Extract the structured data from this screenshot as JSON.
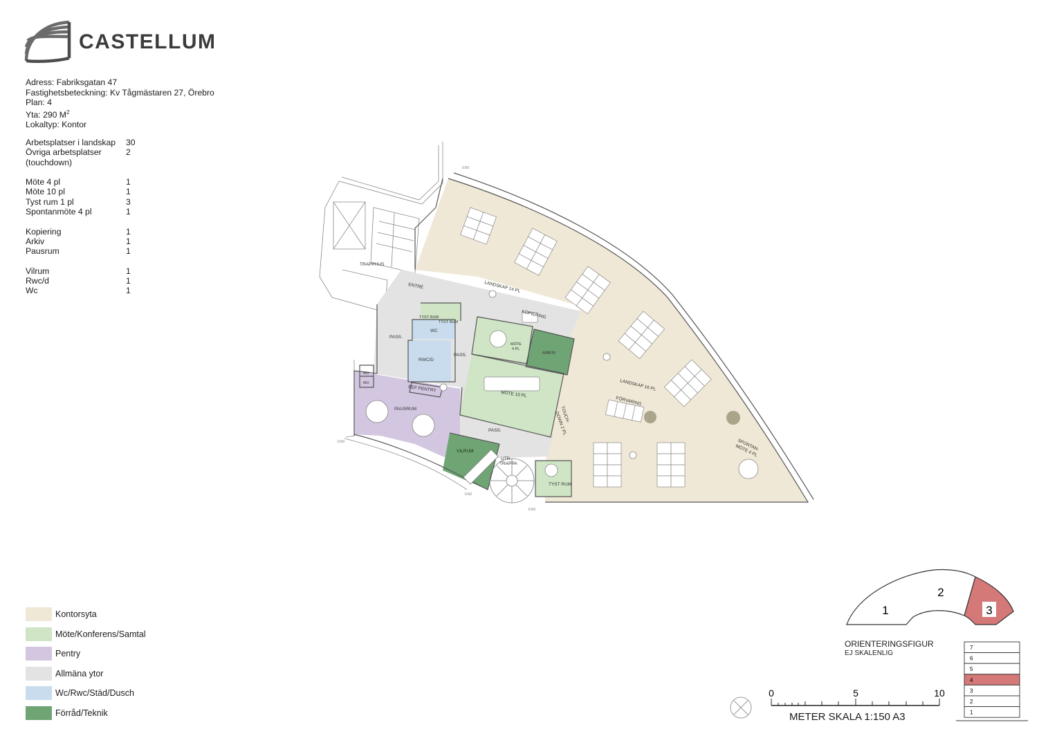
{
  "brand": {
    "name": "CASTELLUM",
    "logo_icon": "castellum-arc-logo-icon"
  },
  "info": {
    "address": "Adress: Fabriksgatan 47",
    "property": "Fastighetsbeteckning: Kv Tågmästaren 27, Örebro",
    "plan": "Plan: 4",
    "area_prefix": "Yta: 290 M",
    "area_sup": "2",
    "type": "Lokaltyp: Kontor"
  },
  "counts": [
    [
      {
        "label": "Arbetsplatser i landskap",
        "value": "30"
      },
      {
        "label": "Övriga arbetsplatser",
        "value": "2"
      },
      {
        "label": "(touchdown)",
        "value": ""
      }
    ],
    [
      {
        "label": "Möte 4 pl",
        "value": "1"
      },
      {
        "label": "Möte 10 pl",
        "value": "1"
      },
      {
        "label": "Tyst rum 1 pl",
        "value": "3"
      },
      {
        "label": "Spontanmöte 4 pl",
        "value": "1"
      }
    ],
    [
      {
        "label": "Kopiering",
        "value": "1"
      },
      {
        "label": "Arkiv",
        "value": "1"
      },
      {
        "label": "Pausrum",
        "value": "1"
      }
    ],
    [
      {
        "label": "Vilrum",
        "value": "1"
      },
      {
        "label": "Rwc/d",
        "value": "1"
      },
      {
        "label": "Wc",
        "value": "1"
      }
    ]
  ],
  "colors": {
    "office": "#f0e8d6",
    "meeting": "#cfe5c6",
    "pantry": "#d3c6e0",
    "common": "#e3e3e3",
    "wc": "#c8dced",
    "storage": "#6fa575",
    "highlight": "#d47878",
    "line": "#555555"
  },
  "rooms": {
    "trapphus": "TRAPPHUS",
    "entre": "ENTRÉ",
    "landskap14": "LANDSKAP 14 PL",
    "kopiering": "KOPIERING",
    "tyst1": "TYST RUM",
    "tyst2": "TYST RUM",
    "wc": "WC",
    "pass1": "PASS.",
    "pass2": "PASS.",
    "pass3": "PASS.",
    "rwcd": "RWC/D",
    "mote4a": "MÖTE",
    "mote4b": "4 PL",
    "arkiv": "ARKIV",
    "mote10": "MÖTE 10 PL",
    "mu1": "MU",
    "mu2": "MU",
    "befpentry": "BEF PENTRY",
    "pausrum": "PAUSRUM",
    "touch1": "TOUCH-",
    "touch2": "DOWN 2 PL",
    "landskap16": "LANDSKAP 16 PL",
    "forvaring": "FÖRVARING",
    "spontan1": "SPONTAN-",
    "spontan2": "MÖTE 4 PL",
    "vilrum": "VILRUM",
    "utr1": "UTR.",
    "utr2": "TRAPPA",
    "tyst3": "TYST RUM",
    "ei60a": "EI60",
    "ei60b": "EI60",
    "ei60c": "EI60",
    "ei60d": "EI60"
  },
  "legend": [
    {
      "label": "Kontorsyta",
      "color": "#f0e8d6"
    },
    {
      "label": "Möte/Konferens/Samtal",
      "color": "#cfe5c6"
    },
    {
      "label": "Pentry",
      "color": "#d3c6e0"
    },
    {
      "label": "Allmäna ytor",
      "color": "#e3e3e3"
    },
    {
      "label": "Wc/Rwc/Städ/Dusch",
      "color": "#c8dced"
    },
    {
      "label": "Förråd/Teknik",
      "color": "#6fa575"
    }
  ],
  "orientation": {
    "sections": [
      "1",
      "2",
      "3"
    ],
    "highlight": "3",
    "title": "ORIENTERINGSFIGUR",
    "subtitle": "EJ SKALENLIG"
  },
  "floors": {
    "labels": [
      "7",
      "6",
      "5",
      "4",
      "3",
      "2",
      "1"
    ],
    "current": "4"
  },
  "scale": {
    "labels": [
      "0",
      "5",
      "10"
    ],
    "title": "METER SKALA 1:150 A3",
    "compass_icon": "north-compass-icon"
  }
}
